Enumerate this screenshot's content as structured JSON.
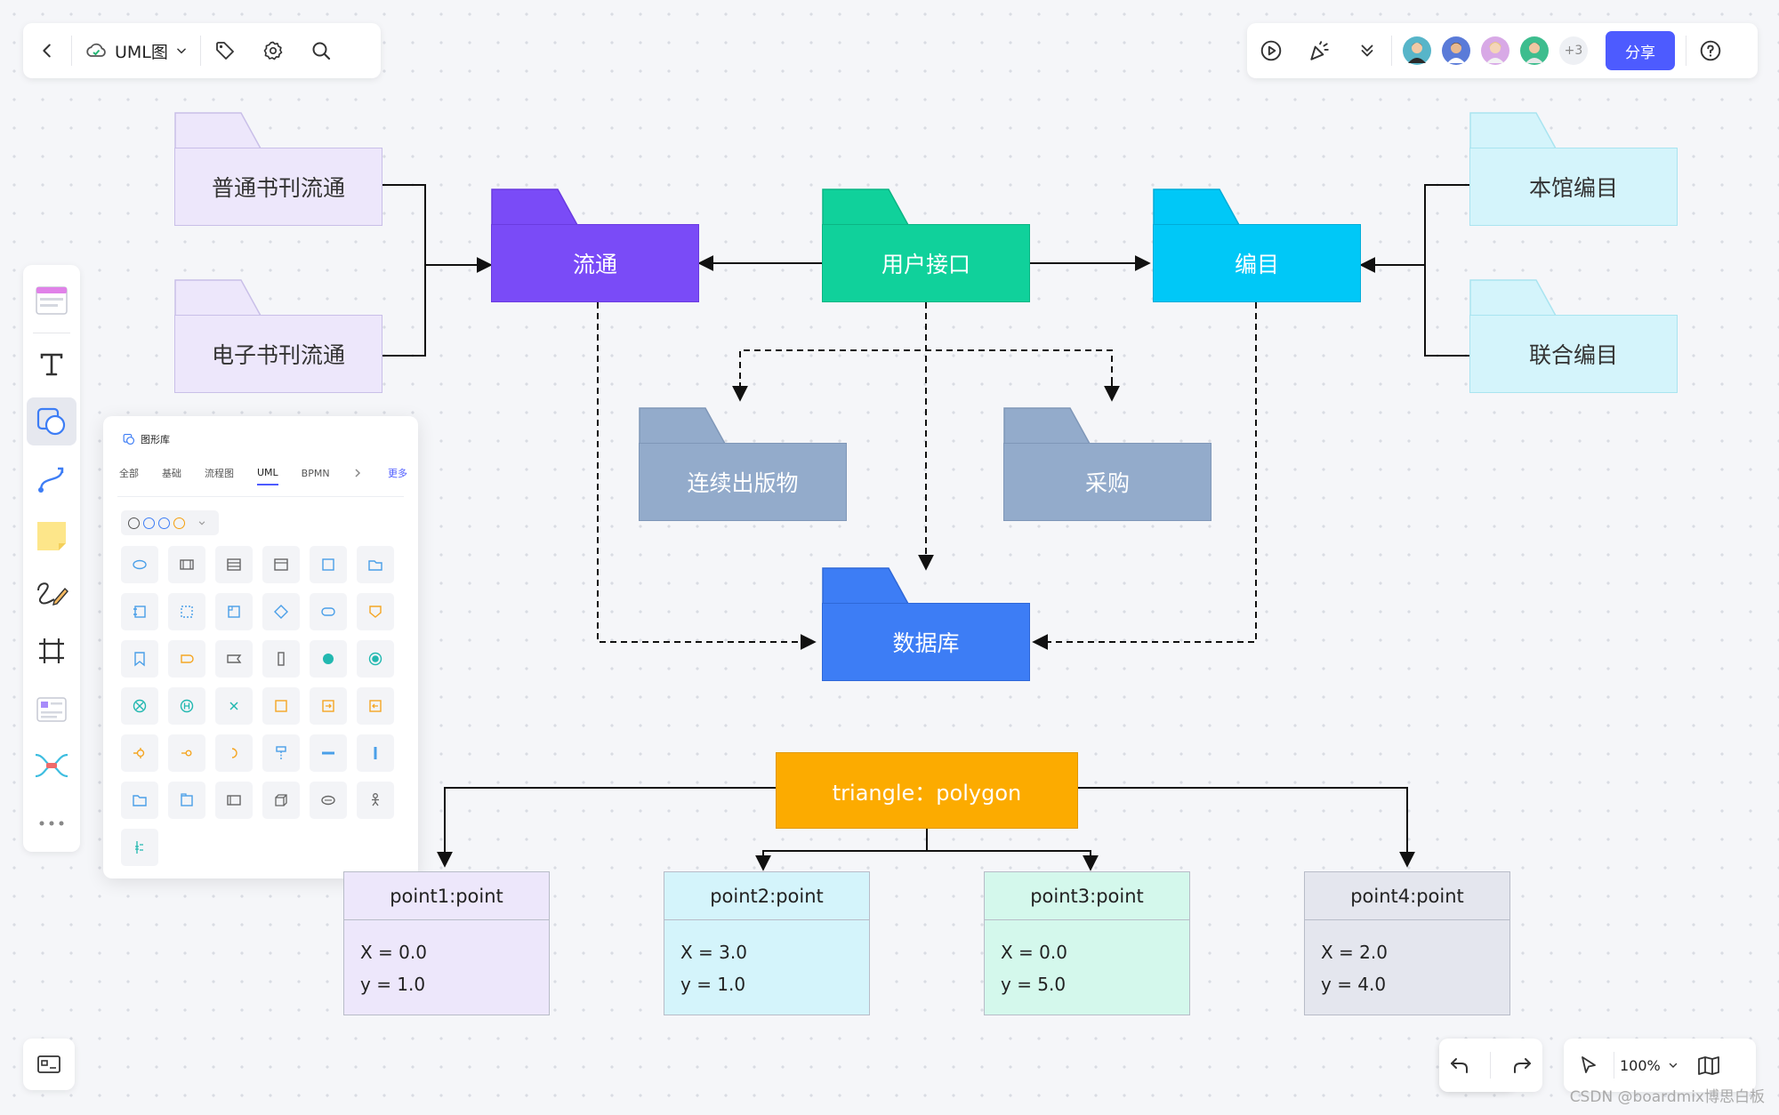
{
  "toolbar": {
    "doc_title": "UML图",
    "share_label": "分享",
    "collaborators_more": "+3",
    "zoom": "100%"
  },
  "library": {
    "title": "图形库",
    "tabs": [
      "全部",
      "基础",
      "流程图",
      "UML",
      "BPMN"
    ],
    "active_tab": "UML",
    "more": "更多"
  },
  "diagram": {
    "packages": {
      "general_circulation": "普通书刊流通",
      "ebook_circulation": "电子书刊流通",
      "circulation": "流通",
      "user_interface": "用户接口",
      "cataloging": "编目",
      "local_cataloging": "本馆编目",
      "union_cataloging": "联合编目",
      "serials": "连续出版物",
      "procurement": "采购",
      "database": "数据库"
    },
    "object": {
      "top": "triangle：polygon",
      "points": [
        {
          "name": "point1:point",
          "x": "X = 0.0",
          "y": "y = 1.0"
        },
        {
          "name": "point2:point",
          "x": "X = 3.0",
          "y": "y = 1.0"
        },
        {
          "name": "point3:point",
          "x": "X = 0.0",
          "y": "y = 5.0"
        },
        {
          "name": "point4:point",
          "x": "X = 2.0",
          "y": "y = 4.0"
        }
      ]
    }
  },
  "colors": {
    "accent": "#4d5bff",
    "purple": "#7a4bf7",
    "green": "#10d19b",
    "cyan": "#00c8f7",
    "blue": "#3d7df5",
    "slate": "#93abcb",
    "lavender": "#ede7fb",
    "light_cyan": "#d4f4fb",
    "orange": "#fcab00"
  },
  "watermark": "CSDN @boardmix博思白板"
}
